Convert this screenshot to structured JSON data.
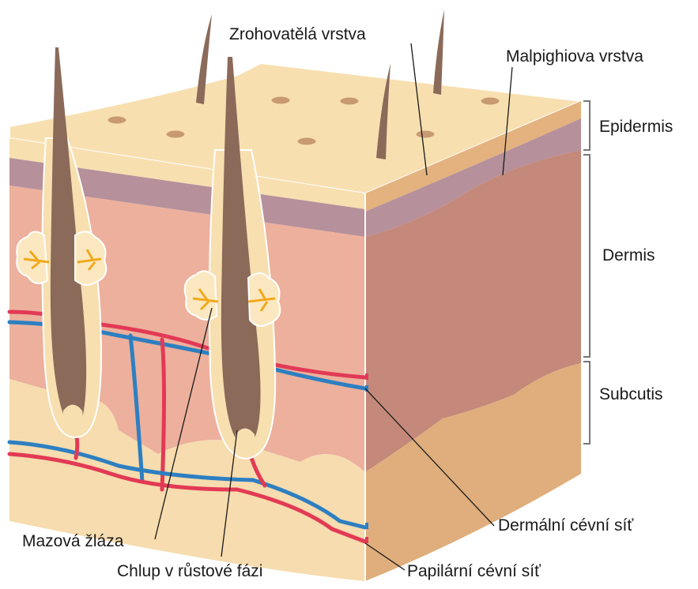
{
  "labels": {
    "stratum_corneum": "Zrohovatělá vrstva",
    "stratum_malpighi": "Malpighiova vrstva",
    "epidermis": "Epidermis",
    "dermis": "Dermis",
    "subcutis": "Subcutis",
    "sebaceous_gland": "Mazová žláza",
    "growing_hair": "Chlup v růstové fázi",
    "dermal_plexus": "Dermální cévní síť",
    "papillary_plexus": "Papilární cévní síť"
  },
  "colors": {
    "epidermis_top": "#f7dfb0",
    "corneum_side": "#e3b27e",
    "malpighi": "#b6909a",
    "dermis_front": "#ecb09d",
    "dermis_side": "#c4897a",
    "subcutis_front": "#f6dcae",
    "subcutis_side": "#dfae7c",
    "hair": "#8b6a5a",
    "gland": "#fbe8c0",
    "gland_duct": "#f1a91c",
    "artery": "#e23a55",
    "vein": "#2d7fc1",
    "bracket": "#777777",
    "text": "#1a1a1a"
  }
}
